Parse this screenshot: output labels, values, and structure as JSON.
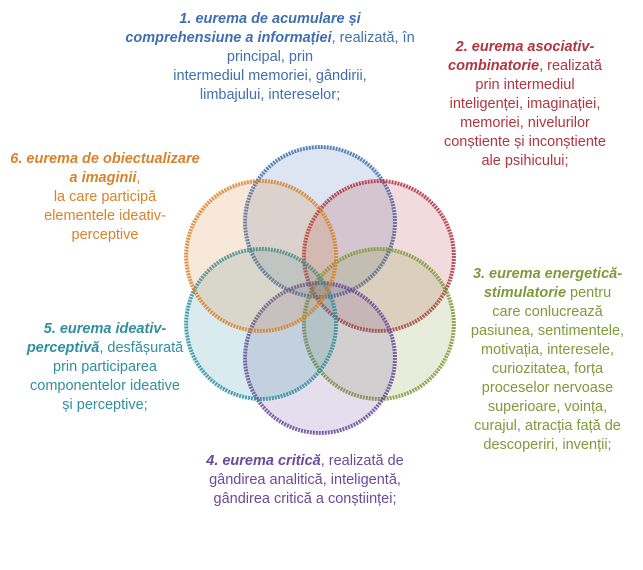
{
  "colors": {
    "blue": "#3f6fb0",
    "red": "#b0353f",
    "green": "#7f9a3a",
    "purple": "#6a4a9a",
    "teal": "#2f8fa0",
    "orange": "#d9822b"
  },
  "items": [
    {
      "id": "1",
      "color": "blue",
      "title": "1. eurema de acumulare și comprehensiune a informației",
      "lines": [
        ", realizată, în principal, prin",
        "intermediul memoriei, gândirii,",
        "limbajului, intereselor;"
      ]
    },
    {
      "id": "2",
      "color": "red",
      "title": "2. eurema asociativ-combinatorie",
      "lines": [
        ", realizată",
        "prin intermediul",
        "inteligenței, imaginației,",
        "memoriei, nivelurilor",
        "conștiente și inconștiente",
        "ale psihicului;"
      ]
    },
    {
      "id": "3",
      "color": "green",
      "title": "3. eurema energetică-stimulatorie",
      "lines": [
        " pentru",
        "care conlucrează",
        "pasiunea, sentimentele,",
        "motivația, interesele,",
        "curiozitatea, forța",
        "proceselor nervoase",
        "superioare, voința,",
        "curajul, atracția față de",
        "descoperiri, invenții;"
      ]
    },
    {
      "id": "4",
      "color": "purple",
      "title": "4. eurema critică",
      "lines": [
        ", realizată de",
        "gândirea analitică, inteligentă,",
        "gândirea critică a conștiinței;"
      ]
    },
    {
      "id": "5",
      "color": "teal",
      "title": "5. eurema ideativ-perceptivă",
      "lines": [
        ", desfășurată",
        "prin participarea",
        "componentelor ideative",
        "și perceptive;"
      ]
    },
    {
      "id": "6",
      "color": "orange",
      "title": "6. eurema de obiectualizare a imaginii",
      "lines": [
        ",",
        "la care participă",
        "elementele ideativ-",
        "perceptive"
      ]
    }
  ]
}
